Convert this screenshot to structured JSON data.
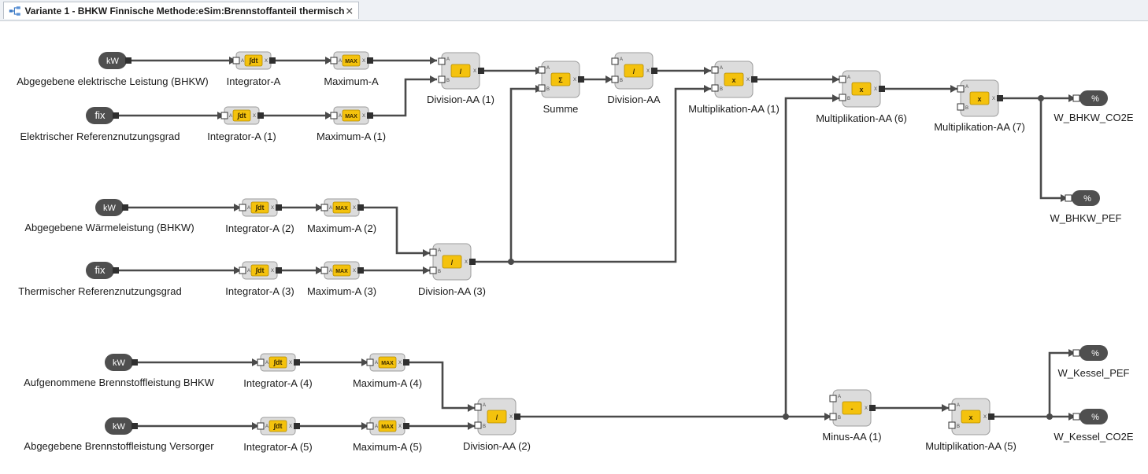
{
  "tab": {
    "title": "Variante 1 - BHKW Finnische Methode:eSim:Brennstoffanteil thermisch",
    "icon": "diagram-tree-icon",
    "close_icon": "close-icon"
  },
  "colors": {
    "wire": "#4a4a4a",
    "block_fill": "#dcdcdc",
    "block_border": "#9c9c9c",
    "operator_fill": "#f4c20d",
    "pill_fill": "#4f4f4f"
  },
  "inputs": [
    {
      "id": "in1",
      "pill": "kW",
      "label": "Abgegebene elektrische Leistung (BHKW)"
    },
    {
      "id": "in2",
      "pill": "fix",
      "label": "Elektrischer Referenznutzungsgrad"
    },
    {
      "id": "in3",
      "pill": "kW",
      "label": "Abgegebene Wärmeleistung (BHKW)"
    },
    {
      "id": "in4",
      "pill": "fix",
      "label": "Thermischer Referenznutzungsgrad"
    },
    {
      "id": "in5",
      "pill": "kW",
      "label": "Aufgenommene Brennstoffleistung BHKW"
    },
    {
      "id": "in6",
      "pill": "kW",
      "label": "Abgegebene Brennstoffleistung Versorger"
    }
  ],
  "blocks": [
    {
      "id": "int_a",
      "op": "∫dt",
      "label": "Integrator-A"
    },
    {
      "id": "max_a",
      "op": "MAX",
      "label": "Maximum-A"
    },
    {
      "id": "int_a1",
      "op": "∫dt",
      "label": "Integrator-A (1)"
    },
    {
      "id": "max_a1",
      "op": "MAX",
      "label": "Maximum-A (1)"
    },
    {
      "id": "int_a2",
      "op": "∫dt",
      "label": "Integrator-A (2)"
    },
    {
      "id": "max_a2",
      "op": "MAX",
      "label": "Maximum-A (2)"
    },
    {
      "id": "int_a3",
      "op": "∫dt",
      "label": "Integrator-A (3)"
    },
    {
      "id": "max_a3",
      "op": "MAX",
      "label": "Maximum-A (3)"
    },
    {
      "id": "int_a4",
      "op": "∫dt",
      "label": "Integrator-A (4)"
    },
    {
      "id": "max_a4",
      "op": "MAX",
      "label": "Maximum-A (4)"
    },
    {
      "id": "int_a5",
      "op": "∫dt",
      "label": "Integrator-A (5)"
    },
    {
      "id": "max_a5",
      "op": "MAX",
      "label": "Maximum-A (5)"
    },
    {
      "id": "div_aa1",
      "op": "/",
      "label": "Division-AA (1)"
    },
    {
      "id": "summe",
      "op": "Σ",
      "label": "Summe"
    },
    {
      "id": "div_aa",
      "op": "/",
      "label": "Division-AA"
    },
    {
      "id": "mul_aa1",
      "op": "x",
      "label": "Multiplikation-AA (1)"
    },
    {
      "id": "mul_aa6",
      "op": "x",
      "label": "Multiplikation-AA (6)"
    },
    {
      "id": "mul_aa7",
      "op": "x",
      "label": "Multiplikation-AA (7)"
    },
    {
      "id": "div_aa3",
      "op": "/",
      "label": "Division-AA (3)"
    },
    {
      "id": "div_aa2",
      "op": "/",
      "label": "Division-AA (2)"
    },
    {
      "id": "minus_aa1",
      "op": "-",
      "label": "Minus-AA (1)"
    },
    {
      "id": "mul_aa5",
      "op": "x",
      "label": "Multiplikation-AA (5)"
    }
  ],
  "outputs": [
    {
      "id": "out1",
      "pill": "%",
      "label": "W_BHKW_CO2E"
    },
    {
      "id": "out2",
      "pill": "%",
      "label": "W_BHKW_PEF"
    },
    {
      "id": "out3",
      "pill": "%",
      "label": "W_Kessel_PEF"
    },
    {
      "id": "out4",
      "pill": "%",
      "label": "W_Kessel_CO2E"
    }
  ],
  "ports": {
    "a": "A",
    "b": "B",
    "x": "X"
  }
}
